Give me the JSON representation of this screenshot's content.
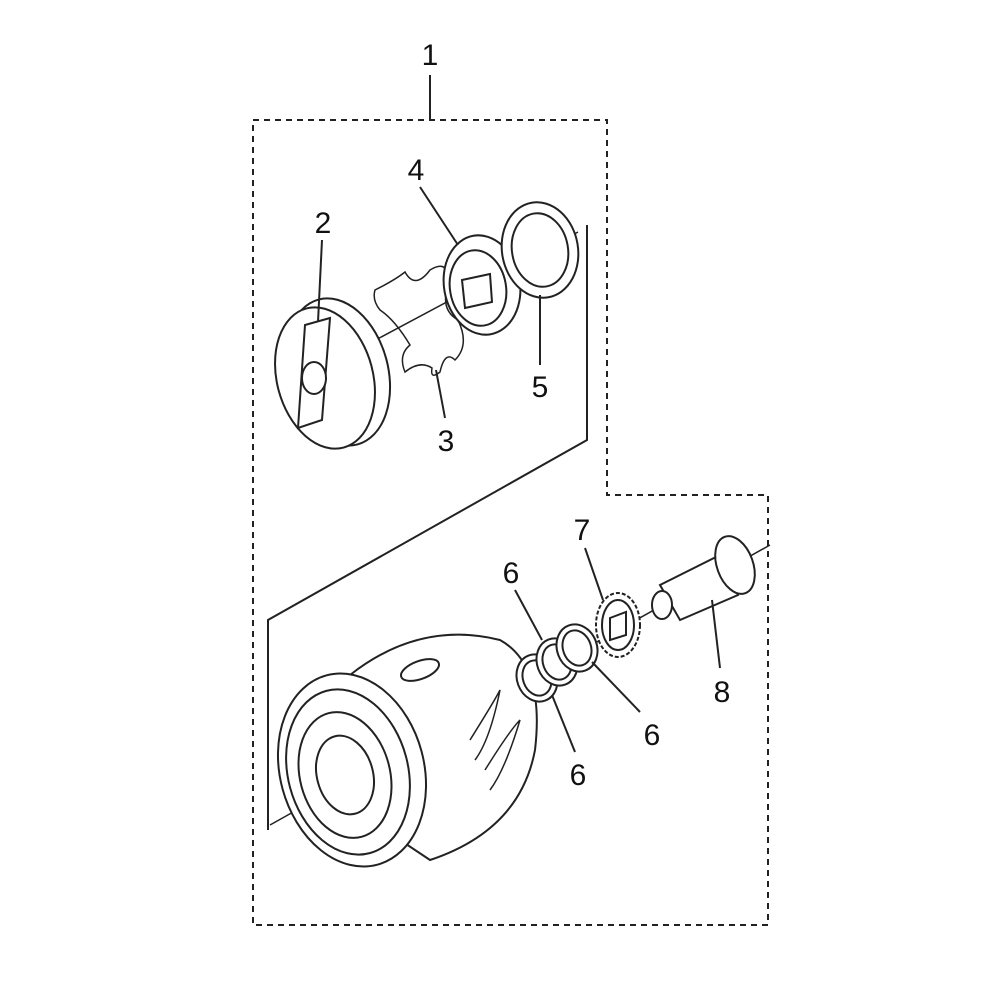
{
  "diagram": {
    "title": "Spool assembly exploded view",
    "callouts": [
      {
        "id": "callout-1",
        "label": "1"
      },
      {
        "id": "callout-2",
        "label": "2"
      },
      {
        "id": "callout-3",
        "label": "3"
      },
      {
        "id": "callout-4",
        "label": "4"
      },
      {
        "id": "callout-5",
        "label": "5"
      },
      {
        "id": "callout-6a",
        "label": "6"
      },
      {
        "id": "callout-6b",
        "label": "6"
      },
      {
        "id": "callout-6c",
        "label": "6"
      },
      {
        "id": "callout-7",
        "label": "7"
      },
      {
        "id": "callout-8",
        "label": "8"
      }
    ]
  }
}
